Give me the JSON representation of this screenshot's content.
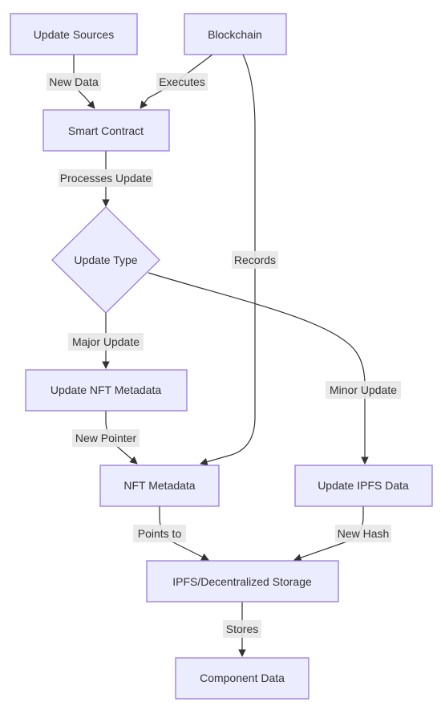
{
  "colors": {
    "node_fill": "#ECECFF",
    "node_stroke": "#9370DB",
    "edge": "#333333",
    "label_bg": "#E8E8E8",
    "text": "#333333"
  },
  "nodes": {
    "update_sources": "Update Sources",
    "blockchain": "Blockchain",
    "smart_contract": "Smart Contract",
    "update_type": "Update Type",
    "update_nft_metadata": "Update NFT Metadata",
    "nft_metadata": "NFT Metadata",
    "update_ipfs_data": "Update IPFS Data",
    "ipfs_storage": "IPFS/Decentralized Storage",
    "component_data": "Component Data"
  },
  "edges": {
    "new_data": "New Data",
    "executes": "Executes",
    "processes_update": "Processes Update",
    "records": "Records",
    "major_update": "Major Update",
    "minor_update": "Minor Update",
    "new_pointer": "New Pointer",
    "points_to": "Points to",
    "new_hash": "New Hash",
    "stores": "Stores"
  }
}
